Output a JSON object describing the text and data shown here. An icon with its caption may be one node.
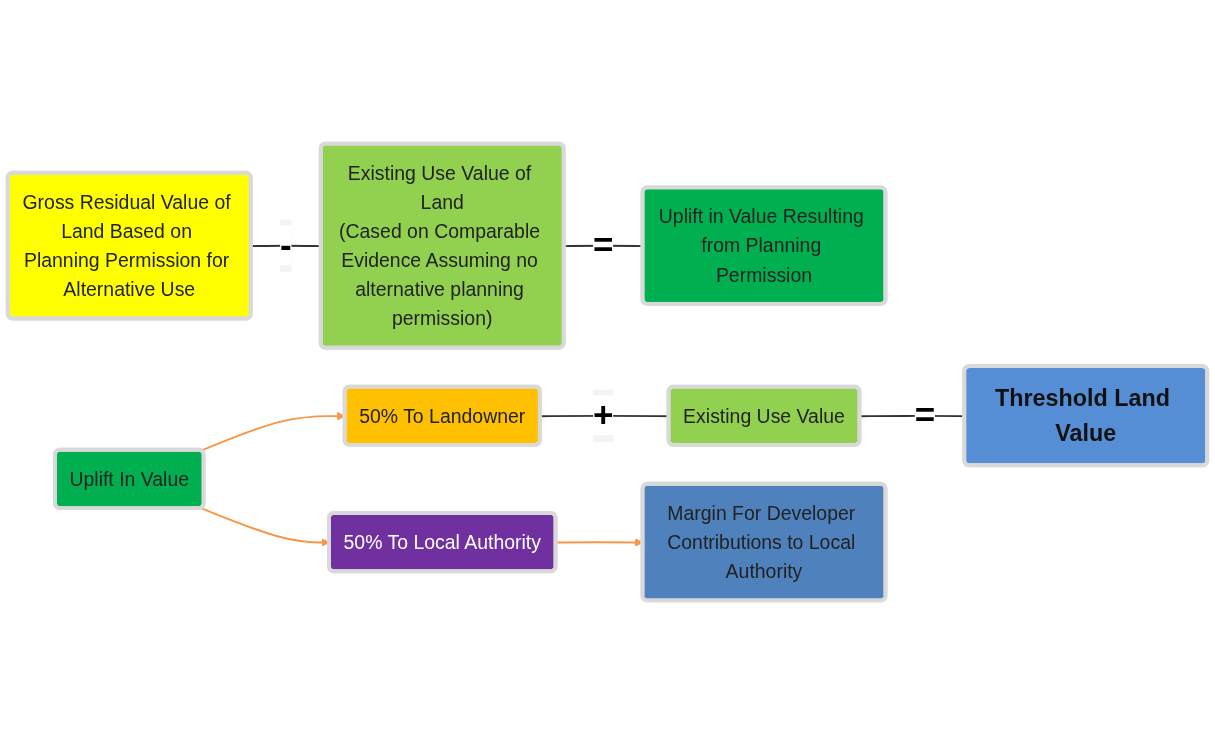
{
  "diagram": {
    "nodes": [
      {
        "text": [
          "Gross Residual Value of Land Based on Planning Permission for Alternative Use"
        ]
      },
      {
        "text": [
          "Existing Use Value of Land",
          "(Cased on Comparable Evidence Assuming no alternative planning permission)"
        ]
      },
      {
        "text": [
          "Uplift in Value Resulting from Planning Permission"
        ]
      },
      {
        "text": [
          "Uplift In Value"
        ]
      },
      {
        "text": [
          "50% To Landowner"
        ]
      },
      {
        "text": [
          "Existing Use Value"
        ]
      },
      {
        "text": [
          "Threshold Land Value"
        ]
      },
      {
        "text": [
          "50% To Local Authority"
        ]
      },
      {
        "text": [
          "Margin For Developer Contributions to Local Authority"
        ]
      }
    ],
    "edges": [
      {
        "from": 0,
        "to": 1,
        "arrow": "none",
        "label": "-"
      },
      {
        "from": 1,
        "to": 2,
        "arrow": "none",
        "label": "="
      },
      {
        "from": 3,
        "to": 4,
        "arrow": "to",
        "color": "#f79646"
      },
      {
        "from": 4,
        "to": 5,
        "arrow": "none",
        "label": "+"
      },
      {
        "from": 5,
        "to": 6,
        "arrow": "none",
        "label": "="
      },
      {
        "from": 3,
        "to": 7,
        "arrow": "to",
        "color": "#f79646"
      },
      {
        "from": 7,
        "to": 8,
        "arrow": "to",
        "color": "#f79646"
      }
    ]
  }
}
